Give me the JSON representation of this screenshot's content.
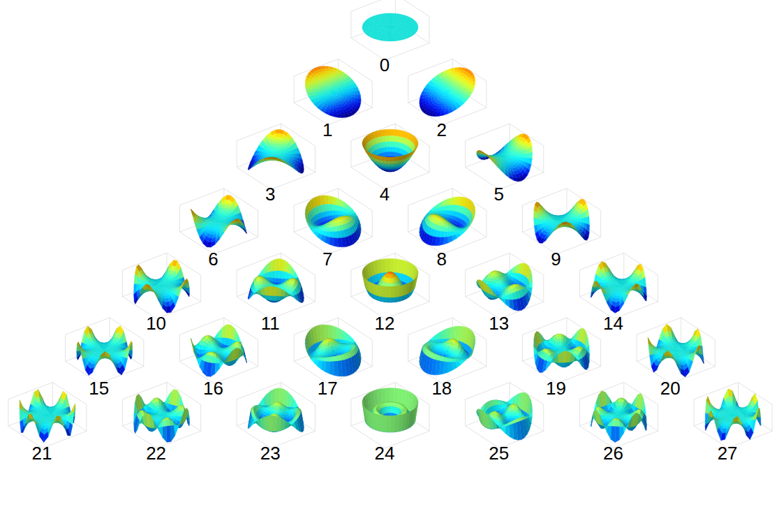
{
  "diagram": {
    "labels": [
      "0",
      "1",
      "2",
      "3",
      "4",
      "5",
      "6",
      "7",
      "8",
      "9",
      "10",
      "11",
      "12",
      "13",
      "14",
      "15",
      "16",
      "17",
      "18",
      "19",
      "20",
      "21",
      "22",
      "23",
      "24",
      "25",
      "26",
      "27"
    ]
  }
}
